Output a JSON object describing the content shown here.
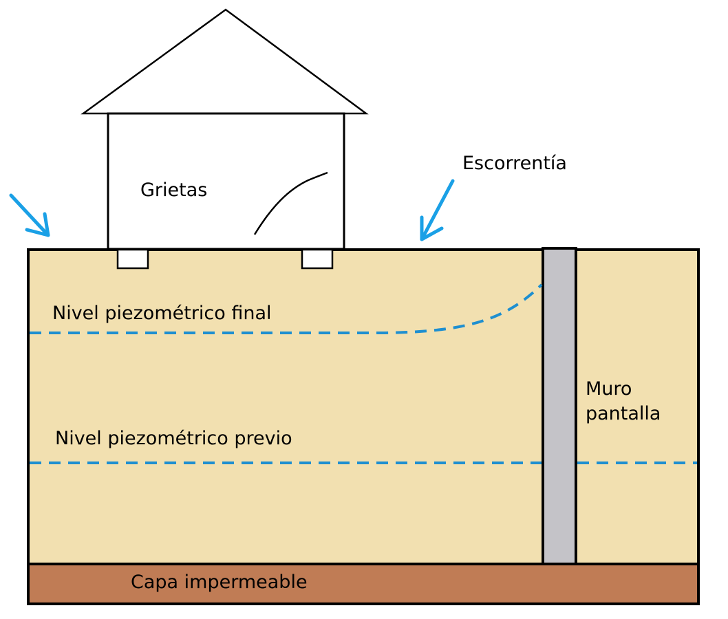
{
  "labels": {
    "grietas": "Grietas",
    "escorrentia": "Escorrentía",
    "nivel_final": "Nivel piezométrico final",
    "nivel_previo": "Nivel piezométrico previo",
    "muro_line1": "Muro",
    "muro_line2": "pantalla",
    "capa": "Capa impermeable"
  },
  "colors": {
    "soil": "#f2e0b0",
    "impermeable_layer": "#c07c55",
    "wall": "#c4c3c8",
    "water_line": "#1e8fd0",
    "arrow": "#1aa0e6",
    "outline": "#000000"
  }
}
